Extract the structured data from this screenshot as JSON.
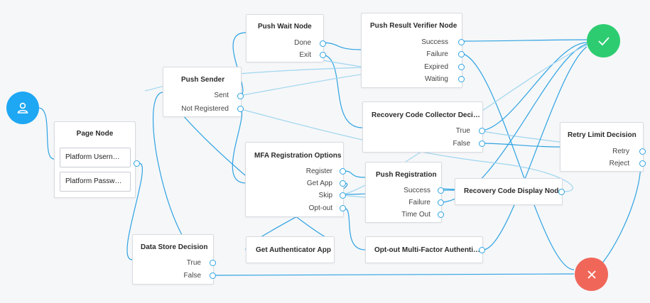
{
  "start": {
    "icon": "user-icon",
    "color": "#1ea7f3"
  },
  "success": {
    "icon": "checkmark-icon",
    "color": "#2ecc71"
  },
  "failure": {
    "icon": "x-icon",
    "color": "#f0675a"
  },
  "accent": "#2ea3e2",
  "nodes": {
    "page_node": {
      "title": "Page Node",
      "fields": [
        "Platform Usern…",
        "Platform Passw…"
      ]
    },
    "push_sender": {
      "title": "Push Sender",
      "outputs": [
        "Sent",
        "Not Registered"
      ]
    },
    "push_wait": {
      "title": "Push Wait Node",
      "outputs": [
        "Done",
        "Exit"
      ]
    },
    "push_verifier": {
      "title": "Push Result Verifier Node",
      "outputs": [
        "Success",
        "Failure",
        "Expired",
        "Waiting"
      ]
    },
    "recovery_collector": {
      "title": "Recovery Code Collector Decis…",
      "outputs": [
        "True",
        "False"
      ]
    },
    "retry_limit": {
      "title": "Retry Limit Decision",
      "outputs": [
        "Retry",
        "Reject"
      ]
    },
    "mfa_options": {
      "title": "MFA Registration Options",
      "outputs": [
        "Register",
        "Get App",
        "Skip",
        "Opt-out"
      ]
    },
    "push_registration": {
      "title": "Push Registration",
      "outputs": [
        "Success",
        "Failure",
        "Time Out"
      ]
    },
    "recovery_display": {
      "title": "Recovery Code Display Node"
    },
    "data_store": {
      "title": "Data Store Decision",
      "outputs": [
        "True",
        "False"
      ]
    },
    "get_app": {
      "title": "Get Authenticator App"
    },
    "opt_out": {
      "title": "Opt-out Multi-Factor Authenti…"
    }
  }
}
